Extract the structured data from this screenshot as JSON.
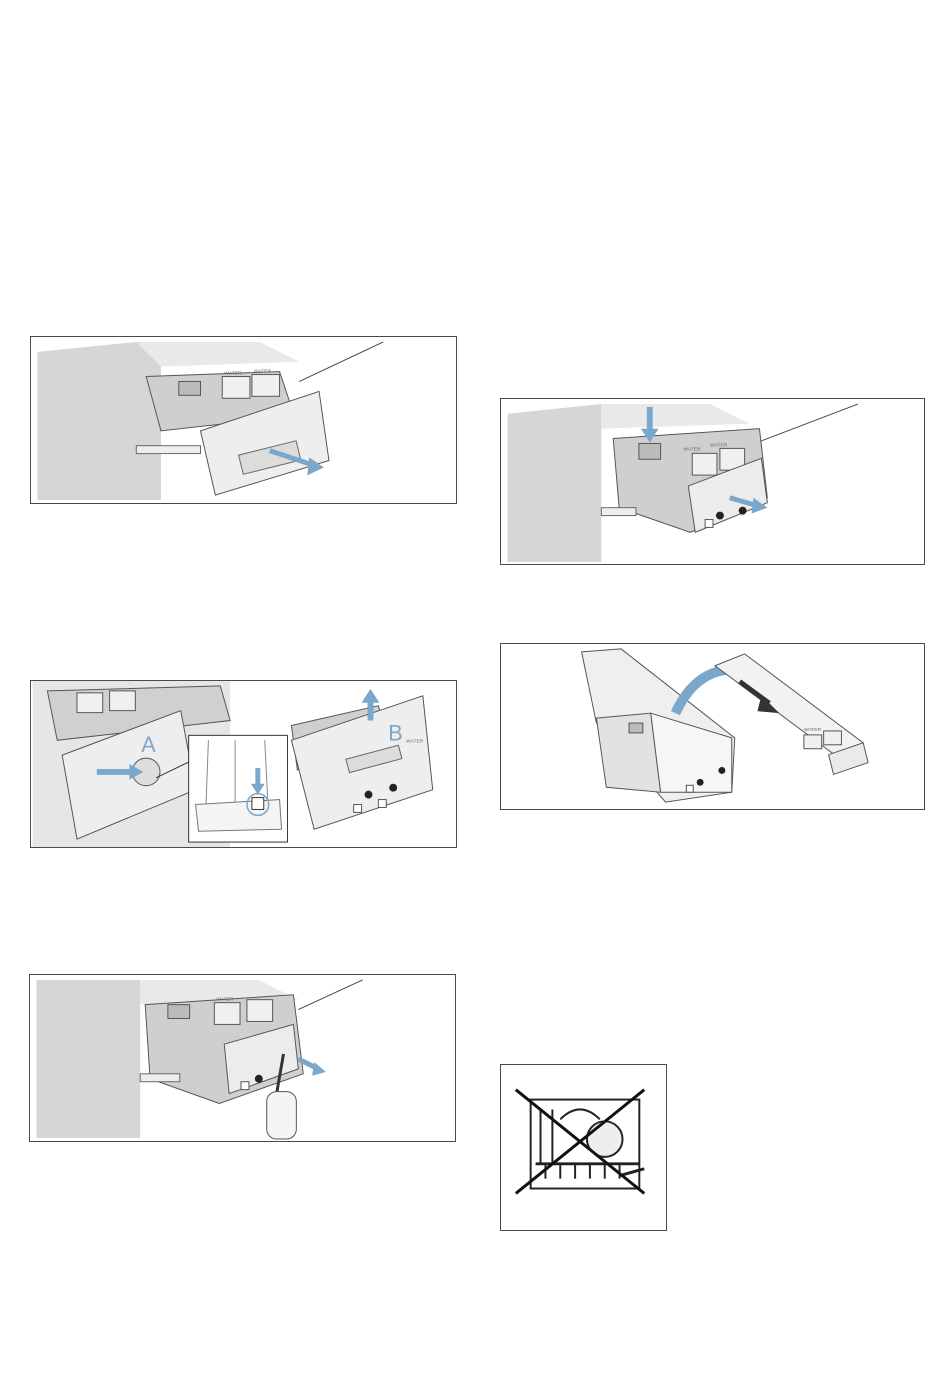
{
  "figures": {
    "fig1": {
      "tiny_label_1": "WATER",
      "tiny_label_2": "WATER"
    },
    "fig2": {
      "callout_a": "A",
      "callout_b": "B",
      "tiny_label": "WATER"
    },
    "fig3": {
      "tiny_label": "WATER"
    },
    "fig4": {
      "tiny_label_1": "WATER",
      "tiny_label_2": "WATER"
    },
    "fig5": {
      "tiny_label": "WATER"
    }
  },
  "colors": {
    "arrow": "#7aa7cc",
    "panel_grey": "#d9d9d9",
    "line": "#333333"
  }
}
